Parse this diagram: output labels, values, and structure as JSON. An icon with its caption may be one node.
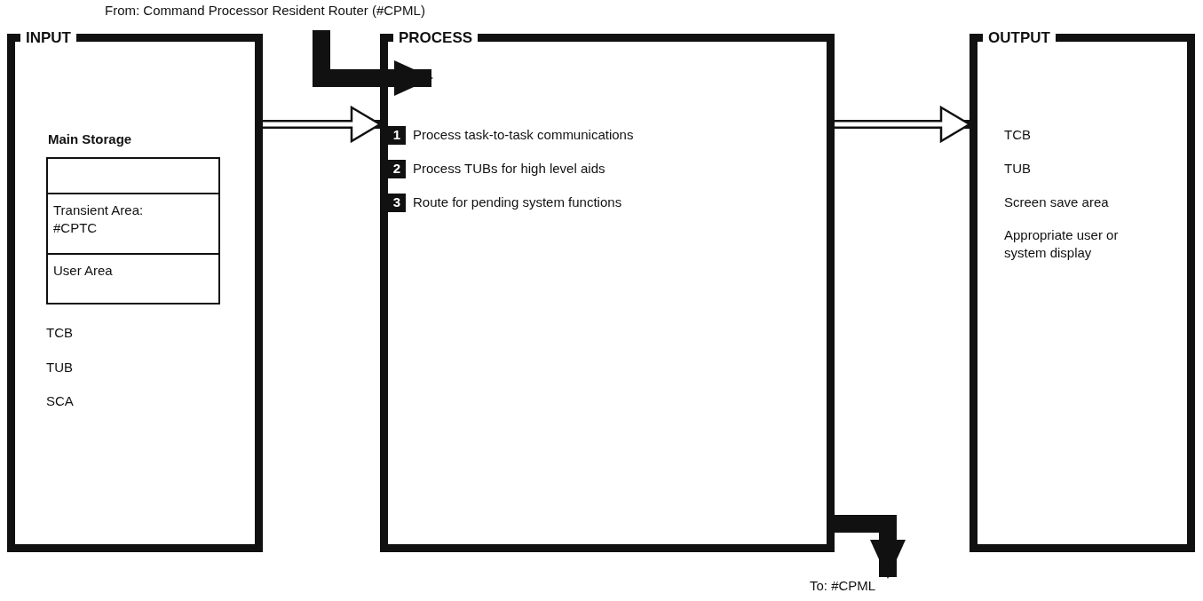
{
  "diagram": {
    "nodes": [
      {
        "text": [
          "From: Command Processor Resident Router (#CPML)"
        ]
      },
      {
        "text": [
          "INPUT",
          "TCB",
          "TUB",
          "SCA"
        ]
      },
      {
        "text": [
          "Main Storage"
        ],
        "in": 1
      },
      {
        "text": [],
        "shape": "box",
        "in": 2
      },
      {
        "text": [
          "Transient Area: #CPTC"
        ],
        "in": 2
      },
      {
        "text": [
          "User Area"
        ],
        "in": 2
      },
      {
        "text": [
          "PROCESS"
        ]
      },
      {
        "text": [
          "1"
        ],
        "beside": [
          "Process task-to-task communications"
        ],
        "in": 6
      },
      {
        "text": [
          "2"
        ],
        "beside": [
          "Process TUBs for high level aids"
        ],
        "in": 6
      },
      {
        "text": [
          "3"
        ],
        "beside": [
          "Route for pending system functions"
        ],
        "in": 6
      },
      {
        "text": [
          "OUTPUT",
          "TCB",
          "TUB",
          "Screen save area",
          "Appropriate user or system display"
        ]
      },
      {
        "text": [
          "To: #CPML"
        ]
      }
    ],
    "edges": [
      {
        "from": 0,
        "to": 6,
        "arrow": "to",
        "style": "thick"
      },
      {
        "from": 1,
        "to": 6,
        "arrow": "to"
      },
      {
        "from": 6,
        "to": 10,
        "arrow": "to"
      },
      {
        "from": 6,
        "to": 11,
        "arrow": "to",
        "style": "thick"
      }
    ]
  }
}
